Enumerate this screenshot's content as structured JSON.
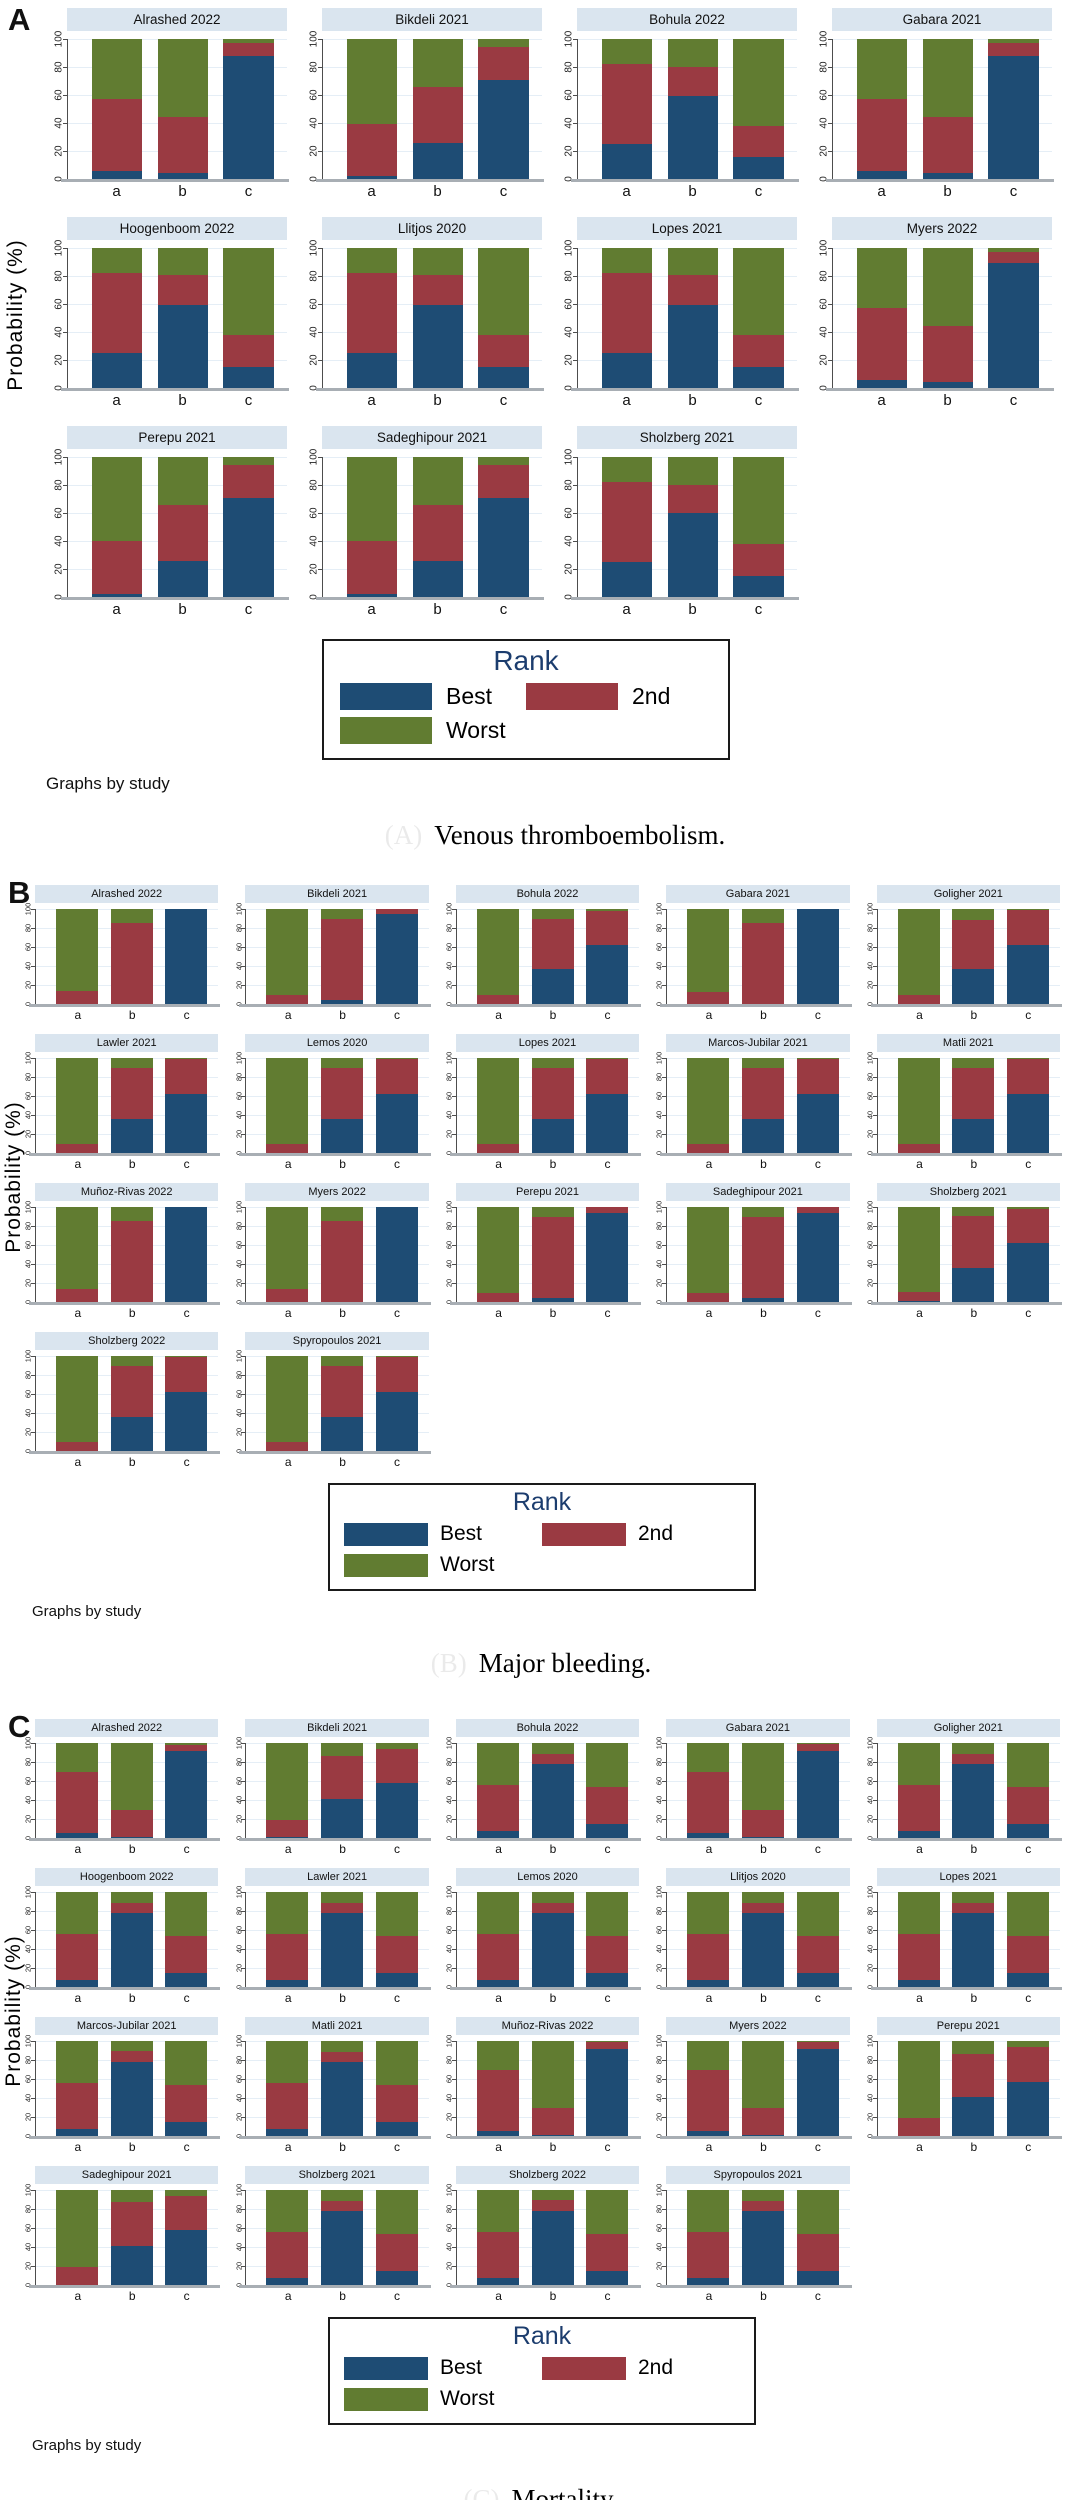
{
  "figure": {
    "y_axis_label": "Probability (%)",
    "x_categories": [
      "a",
      "b",
      "c"
    ],
    "y_ticks": [
      "0",
      "20",
      "40",
      "60",
      "80",
      "100"
    ],
    "footer_note": "Graphs by study",
    "legend": {
      "title": "Rank",
      "title_color": "#1c3d6e",
      "entries": [
        {
          "label": "Best",
          "color": "#1e4c74"
        },
        {
          "label": "2nd",
          "color": "#9a3a42"
        },
        {
          "label": "Worst",
          "color": "#617c31"
        }
      ]
    },
    "colors": {
      "best": "#1e4c74",
      "second": "#9a3a42",
      "worst": "#617c31",
      "title_band": "#dae5ef",
      "gridline": "#e5eef6",
      "axis": "#4d4d4d",
      "baseline": "#a8aeb4"
    }
  },
  "chart_data": [
    {
      "type": "bar",
      "stacked": true,
      "panel_letter": "A",
      "caption_prefix": "(A)",
      "caption": "Venous thromboembolism.",
      "ylabel": "Probability (%)",
      "ylim": [
        0,
        100
      ],
      "grid": true,
      "legend_position": "bottom-box",
      "categories": [
        "a",
        "b",
        "c"
      ],
      "series_order": [
        "Best",
        "2nd",
        "Worst"
      ],
      "columns": 4,
      "size": "large",
      "studies": [
        {
          "name": "Alrashed 2022",
          "values": [
            [
              6,
              51,
              43
            ],
            [
              4,
              40,
              56
            ],
            [
              88,
              9,
              3
            ]
          ]
        },
        {
          "name": "Bikdeli 2021",
          "values": [
            [
              2,
              37,
              61
            ],
            [
              26,
              40,
              34
            ],
            [
              71,
              23,
              6
            ]
          ]
        },
        {
          "name": "Bohula 2022",
          "values": [
            [
              25,
              57,
              18
            ],
            [
              59,
              21,
              20
            ],
            [
              16,
              22,
              62
            ]
          ]
        },
        {
          "name": "Gabara 2021",
          "values": [
            [
              6,
              51,
              43
            ],
            [
              4,
              40,
              56
            ],
            [
              88,
              9,
              3
            ]
          ]
        },
        {
          "name": "Hoogenboom 2022",
          "values": [
            [
              25,
              57,
              18
            ],
            [
              59,
              22,
              19
            ],
            [
              15,
              23,
              62
            ]
          ]
        },
        {
          "name": "Llitjos 2020",
          "values": [
            [
              25,
              57,
              18
            ],
            [
              59,
              22,
              19
            ],
            [
              15,
              23,
              62
            ]
          ]
        },
        {
          "name": "Lopes 2021",
          "values": [
            [
              25,
              57,
              18
            ],
            [
              59,
              22,
              19
            ],
            [
              15,
              23,
              62
            ]
          ]
        },
        {
          "name": "Myers 2022",
          "values": [
            [
              6,
              51,
              43
            ],
            [
              4,
              40,
              56
            ],
            [
              89,
              8,
              3
            ]
          ]
        },
        {
          "name": "Perepu 2021",
          "values": [
            [
              2,
              38,
              60
            ],
            [
              26,
              40,
              34
            ],
            [
              71,
              23,
              6
            ]
          ]
        },
        {
          "name": "Sadeghipour 2021",
          "values": [
            [
              2,
              38,
              60
            ],
            [
              26,
              40,
              34
            ],
            [
              71,
              23,
              6
            ]
          ]
        },
        {
          "name": "Sholzberg 2021",
          "values": [
            [
              25,
              57,
              18
            ],
            [
              60,
              20,
              20
            ],
            [
              15,
              23,
              62
            ]
          ]
        }
      ]
    },
    {
      "type": "bar",
      "stacked": true,
      "panel_letter": "B",
      "caption_prefix": "(B)",
      "caption": "Major bleeding.",
      "ylabel": "Probability (%)",
      "ylim": [
        0,
        100
      ],
      "grid": true,
      "legend_position": "bottom-box",
      "categories": [
        "a",
        "b",
        "c"
      ],
      "series_order": [
        "Best",
        "2nd",
        "Worst"
      ],
      "columns": 5,
      "size": "small",
      "studies": [
        {
          "name": "Alrashed 2022",
          "values": [
            [
              0,
              14,
              86
            ],
            [
              0,
              85,
              15
            ],
            [
              100,
              0,
              0
            ]
          ]
        },
        {
          "name": "Bikdeli 2021",
          "values": [
            [
              0,
              10,
              90
            ],
            [
              4,
              85,
              11
            ],
            [
              95,
              5,
              0
            ]
          ]
        },
        {
          "name": "Bohula 2022",
          "values": [
            [
              0,
              10,
              90
            ],
            [
              37,
              52,
              11
            ],
            [
              62,
              36,
              2
            ]
          ]
        },
        {
          "name": "Gabara 2021",
          "values": [
            [
              0,
              13,
              87
            ],
            [
              0,
              85,
              15
            ],
            [
              100,
              0,
              0
            ]
          ]
        },
        {
          "name": "Goligher 2021",
          "values": [
            [
              0,
              10,
              90
            ],
            [
              37,
              51,
              12
            ],
            [
              62,
              37,
              1
            ]
          ]
        },
        {
          "name": "Lawler 2021",
          "values": [
            [
              0,
              10,
              90
            ],
            [
              36,
              53,
              11
            ],
            [
              62,
              37,
              1
            ]
          ]
        },
        {
          "name": "Lemos 2020",
          "values": [
            [
              0,
              10,
              90
            ],
            [
              36,
              53,
              11
            ],
            [
              62,
              37,
              1
            ]
          ]
        },
        {
          "name": "Lopes 2021",
          "values": [
            [
              0,
              10,
              90
            ],
            [
              36,
              53,
              11
            ],
            [
              62,
              37,
              1
            ]
          ]
        },
        {
          "name": "Marcos-Jubilar 2021",
          "values": [
            [
              0,
              10,
              90
            ],
            [
              36,
              53,
              11
            ],
            [
              62,
              37,
              1
            ]
          ]
        },
        {
          "name": "Matli 2021",
          "values": [
            [
              0,
              10,
              90
            ],
            [
              36,
              53,
              11
            ],
            [
              62,
              37,
              1
            ]
          ]
        },
        {
          "name": "Muñoz-Rivas 2022",
          "values": [
            [
              0,
              14,
              86
            ],
            [
              0,
              85,
              15
            ],
            [
              100,
              0,
              0
            ]
          ]
        },
        {
          "name": "Myers 2022",
          "values": [
            [
              0,
              14,
              86
            ],
            [
              0,
              85,
              15
            ],
            [
              100,
              0,
              0
            ]
          ]
        },
        {
          "name": "Perepu 2021",
          "values": [
            [
              0,
              10,
              90
            ],
            [
              4,
              86,
              10
            ],
            [
              94,
              6,
              0
            ]
          ]
        },
        {
          "name": "Sadeghipour 2021",
          "values": [
            [
              0,
              10,
              90
            ],
            [
              4,
              86,
              10
            ],
            [
              94,
              6,
              0
            ]
          ]
        },
        {
          "name": "Sholzberg 2021",
          "values": [
            [
              1,
              10,
              89
            ],
            [
              36,
              55,
              9
            ],
            [
              62,
              36,
              2
            ]
          ]
        },
        {
          "name": "Sholzberg 2022",
          "values": [
            [
              0,
              10,
              90
            ],
            [
              36,
              53,
              11
            ],
            [
              62,
              37,
              1
            ]
          ]
        },
        {
          "name": "Spyropoulos 2021",
          "values": [
            [
              0,
              10,
              90
            ],
            [
              36,
              53,
              11
            ],
            [
              62,
              37,
              1
            ]
          ]
        }
      ]
    },
    {
      "type": "bar",
      "stacked": true,
      "panel_letter": "C",
      "caption_prefix": "(C)",
      "caption": "Mortality.",
      "ylabel": "Probability (%)",
      "ylim": [
        0,
        100
      ],
      "grid": true,
      "legend_position": "bottom-box",
      "categories": [
        "a",
        "b",
        "c"
      ],
      "series_order": [
        "Best",
        "2nd",
        "Worst"
      ],
      "columns": 5,
      "size": "small",
      "studies": [
        {
          "name": "Alrashed 2022",
          "values": [
            [
              5,
              65,
              30
            ],
            [
              1,
              29,
              70
            ],
            [
              92,
              6,
              2
            ]
          ]
        },
        {
          "name": "Bikdeli 2021",
          "values": [
            [
              1,
              18,
              81
            ],
            [
              41,
              45,
              14
            ],
            [
              58,
              36,
              6
            ]
          ]
        },
        {
          "name": "Bohula 2022",
          "values": [
            [
              7,
              49,
              44
            ],
            [
              78,
              10,
              12
            ],
            [
              15,
              39,
              46
            ]
          ]
        },
        {
          "name": "Gabara 2021",
          "values": [
            [
              5,
              65,
              30
            ],
            [
              1,
              29,
              70
            ],
            [
              92,
              7,
              1
            ]
          ]
        },
        {
          "name": "Goligher 2021",
          "values": [
            [
              7,
              49,
              44
            ],
            [
              78,
              10,
              12
            ],
            [
              15,
              39,
              46
            ]
          ]
        },
        {
          "name": "Hoogenboom 2022",
          "values": [
            [
              7,
              49,
              44
            ],
            [
              78,
              10,
              12
            ],
            [
              15,
              39,
              46
            ]
          ]
        },
        {
          "name": "Lawler 2021",
          "values": [
            [
              7,
              49,
              44
            ],
            [
              78,
              10,
              12
            ],
            [
              15,
              39,
              46
            ]
          ]
        },
        {
          "name": "Lemos 2020",
          "values": [
            [
              7,
              49,
              44
            ],
            [
              78,
              10,
              12
            ],
            [
              15,
              39,
              46
            ]
          ]
        },
        {
          "name": "Llitjos 2020",
          "values": [
            [
              7,
              49,
              44
            ],
            [
              78,
              10,
              12
            ],
            [
              15,
              39,
              46
            ]
          ]
        },
        {
          "name": "Lopes 2021",
          "values": [
            [
              7,
              49,
              44
            ],
            [
              78,
              10,
              12
            ],
            [
              15,
              39,
              46
            ]
          ]
        },
        {
          "name": "Marcos-Jubilar 2021",
          "values": [
            [
              7,
              49,
              44
            ],
            [
              78,
              11,
              11
            ],
            [
              15,
              39,
              46
            ]
          ]
        },
        {
          "name": "Matli 2021",
          "values": [
            [
              7,
              49,
              44
            ],
            [
              78,
              10,
              12
            ],
            [
              15,
              39,
              46
            ]
          ]
        },
        {
          "name": "Muñoz-Rivas 2022",
          "values": [
            [
              5,
              65,
              30
            ],
            [
              1,
              29,
              70
            ],
            [
              92,
              7,
              1
            ]
          ]
        },
        {
          "name": "Myers 2022",
          "values": [
            [
              5,
              65,
              30
            ],
            [
              1,
              29,
              70
            ],
            [
              92,
              7,
              1
            ]
          ]
        },
        {
          "name": "Perepu 2021",
          "values": [
            [
              0,
              19,
              81
            ],
            [
              41,
              45,
              14
            ],
            [
              57,
              37,
              6
            ]
          ]
        },
        {
          "name": "Sadeghipour 2021",
          "values": [
            [
              0,
              19,
              81
            ],
            [
              41,
              46,
              13
            ],
            [
              58,
              36,
              6
            ]
          ]
        },
        {
          "name": "Sholzberg 2021",
          "values": [
            [
              7,
              49,
              44
            ],
            [
              78,
              10,
              12
            ],
            [
              15,
              39,
              46
            ]
          ]
        },
        {
          "name": "Sholzberg 2022",
          "values": [
            [
              7,
              49,
              44
            ],
            [
              78,
              11,
              11
            ],
            [
              15,
              39,
              46
            ]
          ]
        },
        {
          "name": "Spyropoulos 2021",
          "values": [
            [
              7,
              49,
              44
            ],
            [
              78,
              10,
              12
            ],
            [
              15,
              39,
              46
            ]
          ]
        }
      ]
    }
  ]
}
